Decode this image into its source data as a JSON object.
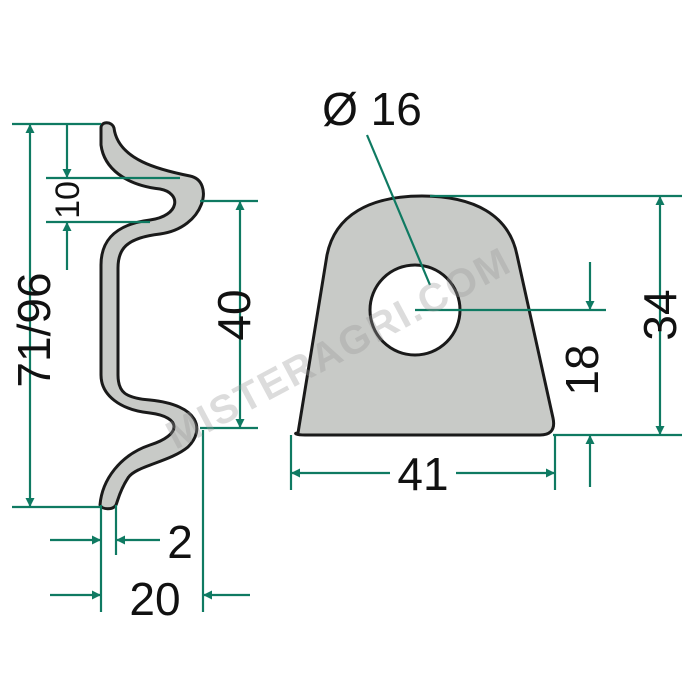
{
  "colors": {
    "dimension": "#0f7a62",
    "part_fill": "#c8cac7",
    "outline": "#1a1a1a"
  },
  "side_view": {
    "dim_total_height": "71/96",
    "dim_top_offset": "10",
    "dim_mid_height": "40",
    "dim_thickness": "2",
    "dim_depth": "20"
  },
  "front_view": {
    "dim_hole_diameter": "Ø 16",
    "dim_height": "34",
    "dim_hole_center_height": "18",
    "dim_width": "41"
  },
  "watermark": "MISTERAGRI.COM"
}
